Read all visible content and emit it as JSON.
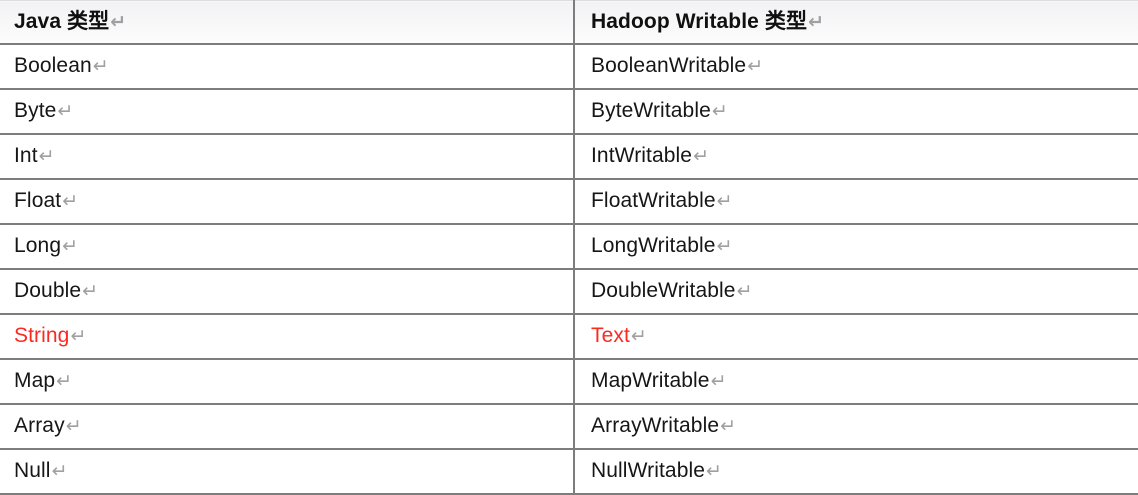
{
  "table": {
    "columns": [
      {
        "header": "Java 类型",
        "key": "java"
      },
      {
        "header": "Hadoop Writable 类型",
        "key": "writable"
      }
    ],
    "return_mark": "↵",
    "highlight_color": "#fb2a21",
    "body_text_color": "#161616",
    "border_color": "#7d7d80",
    "header_background": "#f5f5f6",
    "rows": [
      {
        "java": "Boolean",
        "writable": "BooleanWritable",
        "highlighted": false
      },
      {
        "java": "Byte",
        "writable": "ByteWritable",
        "highlighted": false
      },
      {
        "java": "Int",
        "writable": "IntWritable",
        "highlighted": false
      },
      {
        "java": "Float",
        "writable": "FloatWritable",
        "highlighted": false
      },
      {
        "java": "Long",
        "writable": "LongWritable",
        "highlighted": false
      },
      {
        "java": "Double",
        "writable": "DoubleWritable",
        "highlighted": false
      },
      {
        "java": "String",
        "writable": "Text",
        "highlighted": true
      },
      {
        "java": "Map",
        "writable": "MapWritable",
        "highlighted": false
      },
      {
        "java": "Array",
        "writable": "ArrayWritable",
        "highlighted": false
      },
      {
        "java": "Null",
        "writable": "NullWritable",
        "highlighted": false
      }
    ]
  }
}
